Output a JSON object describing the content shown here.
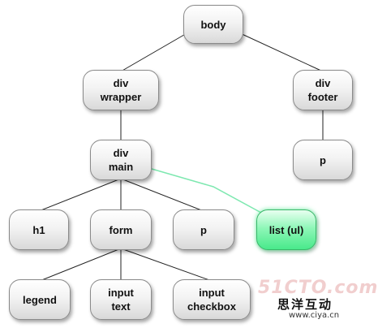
{
  "nodes": {
    "body": {
      "lines": [
        "body"
      ]
    },
    "div_wrapper": {
      "lines": [
        "div",
        "wrapper"
      ]
    },
    "div_footer": {
      "lines": [
        "div",
        "footer"
      ]
    },
    "div_main": {
      "lines": [
        "div",
        "main"
      ]
    },
    "p_footer": {
      "lines": [
        "p"
      ]
    },
    "h1": {
      "lines": [
        "h1"
      ]
    },
    "form": {
      "lines": [
        "form"
      ]
    },
    "p_main": {
      "lines": [
        "p"
      ]
    },
    "list_ul": {
      "lines": [
        "list (ul)"
      ]
    },
    "legend": {
      "lines": [
        "legend"
      ]
    },
    "input_text": {
      "lines": [
        "input",
        "text"
      ]
    },
    "input_checkbox": {
      "lines": [
        "input",
        "checkbox"
      ]
    }
  },
  "edges": [
    {
      "from": "body",
      "to": "div_wrapper"
    },
    {
      "from": "body",
      "to": "div_footer"
    },
    {
      "from": "div_wrapper",
      "to": "div_main"
    },
    {
      "from": "div_footer",
      "to": "p_footer"
    },
    {
      "from": "div_main",
      "to": "h1"
    },
    {
      "from": "div_main",
      "to": "form"
    },
    {
      "from": "div_main",
      "to": "p_main"
    },
    {
      "from": "div_main",
      "to": "list_ul",
      "highlight": true
    },
    {
      "from": "form",
      "to": "legend"
    },
    {
      "from": "form",
      "to": "input_text"
    },
    {
      "from": "form",
      "to": "input_checkbox"
    }
  ],
  "highlight_node": "list_ul",
  "colors": {
    "edge": "#222222",
    "highlight_edge": "#7ee8b0"
  },
  "watermark": {
    "brand": "51CTO.com",
    "cn": "思洋互动",
    "url": "www.ciya.cn"
  }
}
